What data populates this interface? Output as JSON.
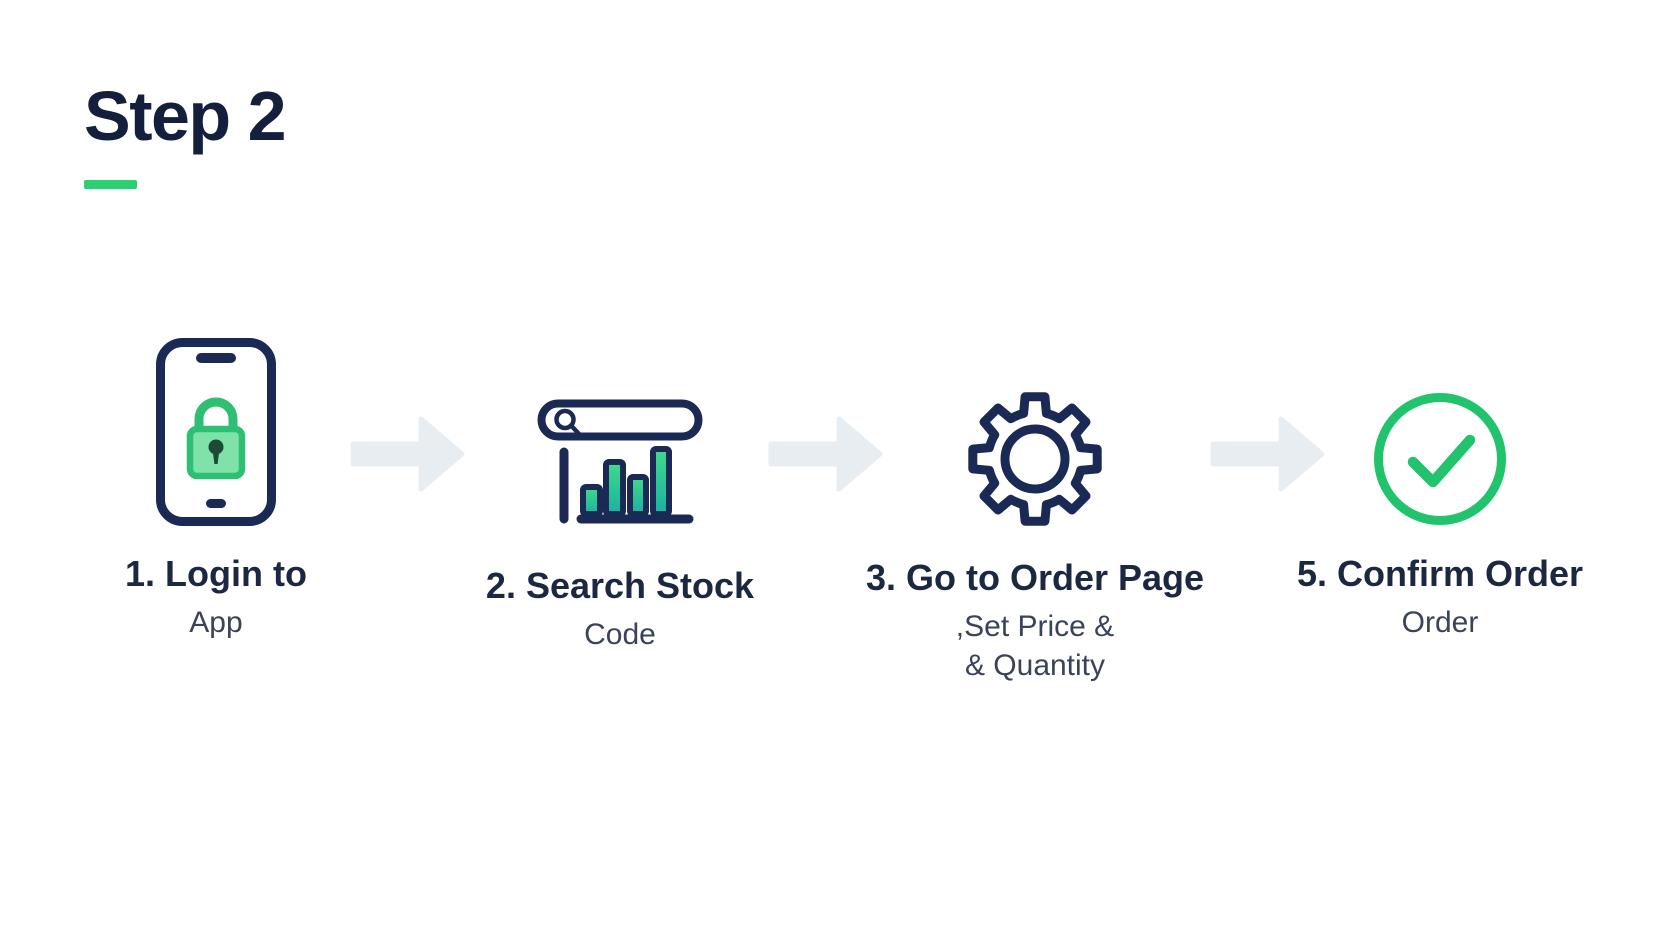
{
  "page": {
    "title": "Step 2"
  },
  "steps": [
    {
      "title": "1. Login to",
      "sub_lines": [
        "App"
      ],
      "icon": "phone-lock-icon"
    },
    {
      "title": "2. Search Stock",
      "sub_lines": [
        "Code"
      ],
      "icon": "stock-search-chart-icon"
    },
    {
      "title": "3. Go to Order Page",
      "sub_lines": [
        ",Set Price &",
        "& Quantity"
      ],
      "icon": "gear-icon"
    },
    {
      "title": "5. Confirm Order",
      "sub_lines": [
        "Order"
      ],
      "icon": "check-circle-icon"
    }
  ],
  "colors": {
    "navy_outline": "#1b2a55",
    "title_text": "#141f3d",
    "step_title_text": "#1c2742",
    "sub_text": "#3a4358",
    "accent_green": "#2ad173",
    "lock_green_border": "#2ebf72",
    "lock_green_fill": "#7fe2a8",
    "bar_gradient_top": "#43d98b",
    "bar_gradient_bottom": "#17b3a0",
    "check_green": "#21c46c",
    "arrow_gray": "#e8edf2"
  }
}
